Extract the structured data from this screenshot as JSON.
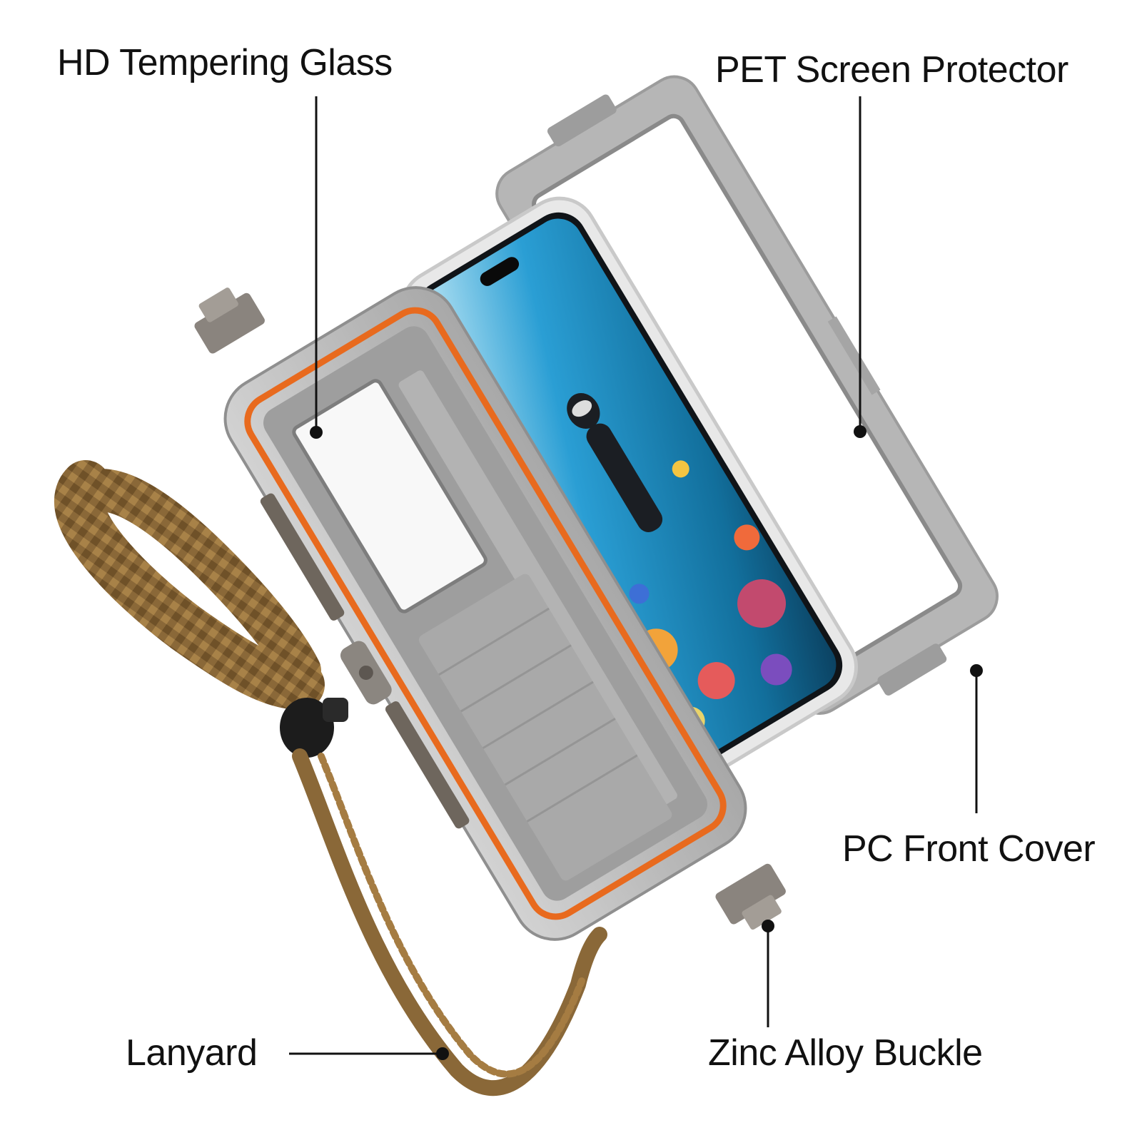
{
  "callouts": {
    "glass": "HD Tempering Glass",
    "pet": "PET Screen Protector",
    "cover": "PC Front Cover",
    "lanyard": "Lanyard",
    "buckle": "Zinc Alloy Buckle"
  },
  "colors": {
    "case_gray": "#b9b9b9",
    "case_dark": "#8f8f8f",
    "seal_orange": "#e86a1e",
    "lanyard_brown": "#8a6838",
    "screen_blue": "#2a9ed4",
    "leader_line": "#111111"
  }
}
